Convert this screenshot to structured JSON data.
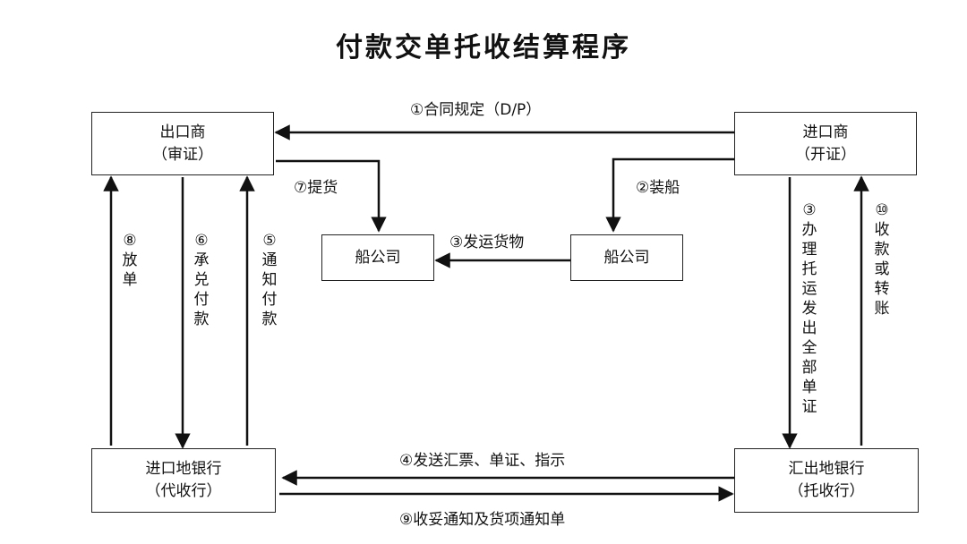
{
  "title": "付款交单托收结算程序",
  "nodes": {
    "exporter": {
      "name": "出口商",
      "sub": "（审证）"
    },
    "importer": {
      "name": "进口商",
      "sub": "（开证）"
    },
    "shipping_left": {
      "name": "船公司"
    },
    "shipping_right": {
      "name": "船公司"
    },
    "collecting_bank": {
      "name": "进口地银行",
      "sub": "（代收行）"
    },
    "remitting_bank": {
      "name": "汇出地银行",
      "sub": "（托收行）"
    }
  },
  "steps": {
    "s1": "①合同规定（D/P）",
    "s2": "②装船",
    "s3a": "③发运货物",
    "s3b": "③办理托运发出全部单证",
    "s4": "④发送汇票、单证、指示",
    "s5": "⑤通知付款",
    "s6": "⑥承兑付款",
    "s7": "⑦提货",
    "s8": "⑧放单",
    "s9": "⑨收妥通知及货项通知单",
    "s10": "⑩收款或转账"
  }
}
